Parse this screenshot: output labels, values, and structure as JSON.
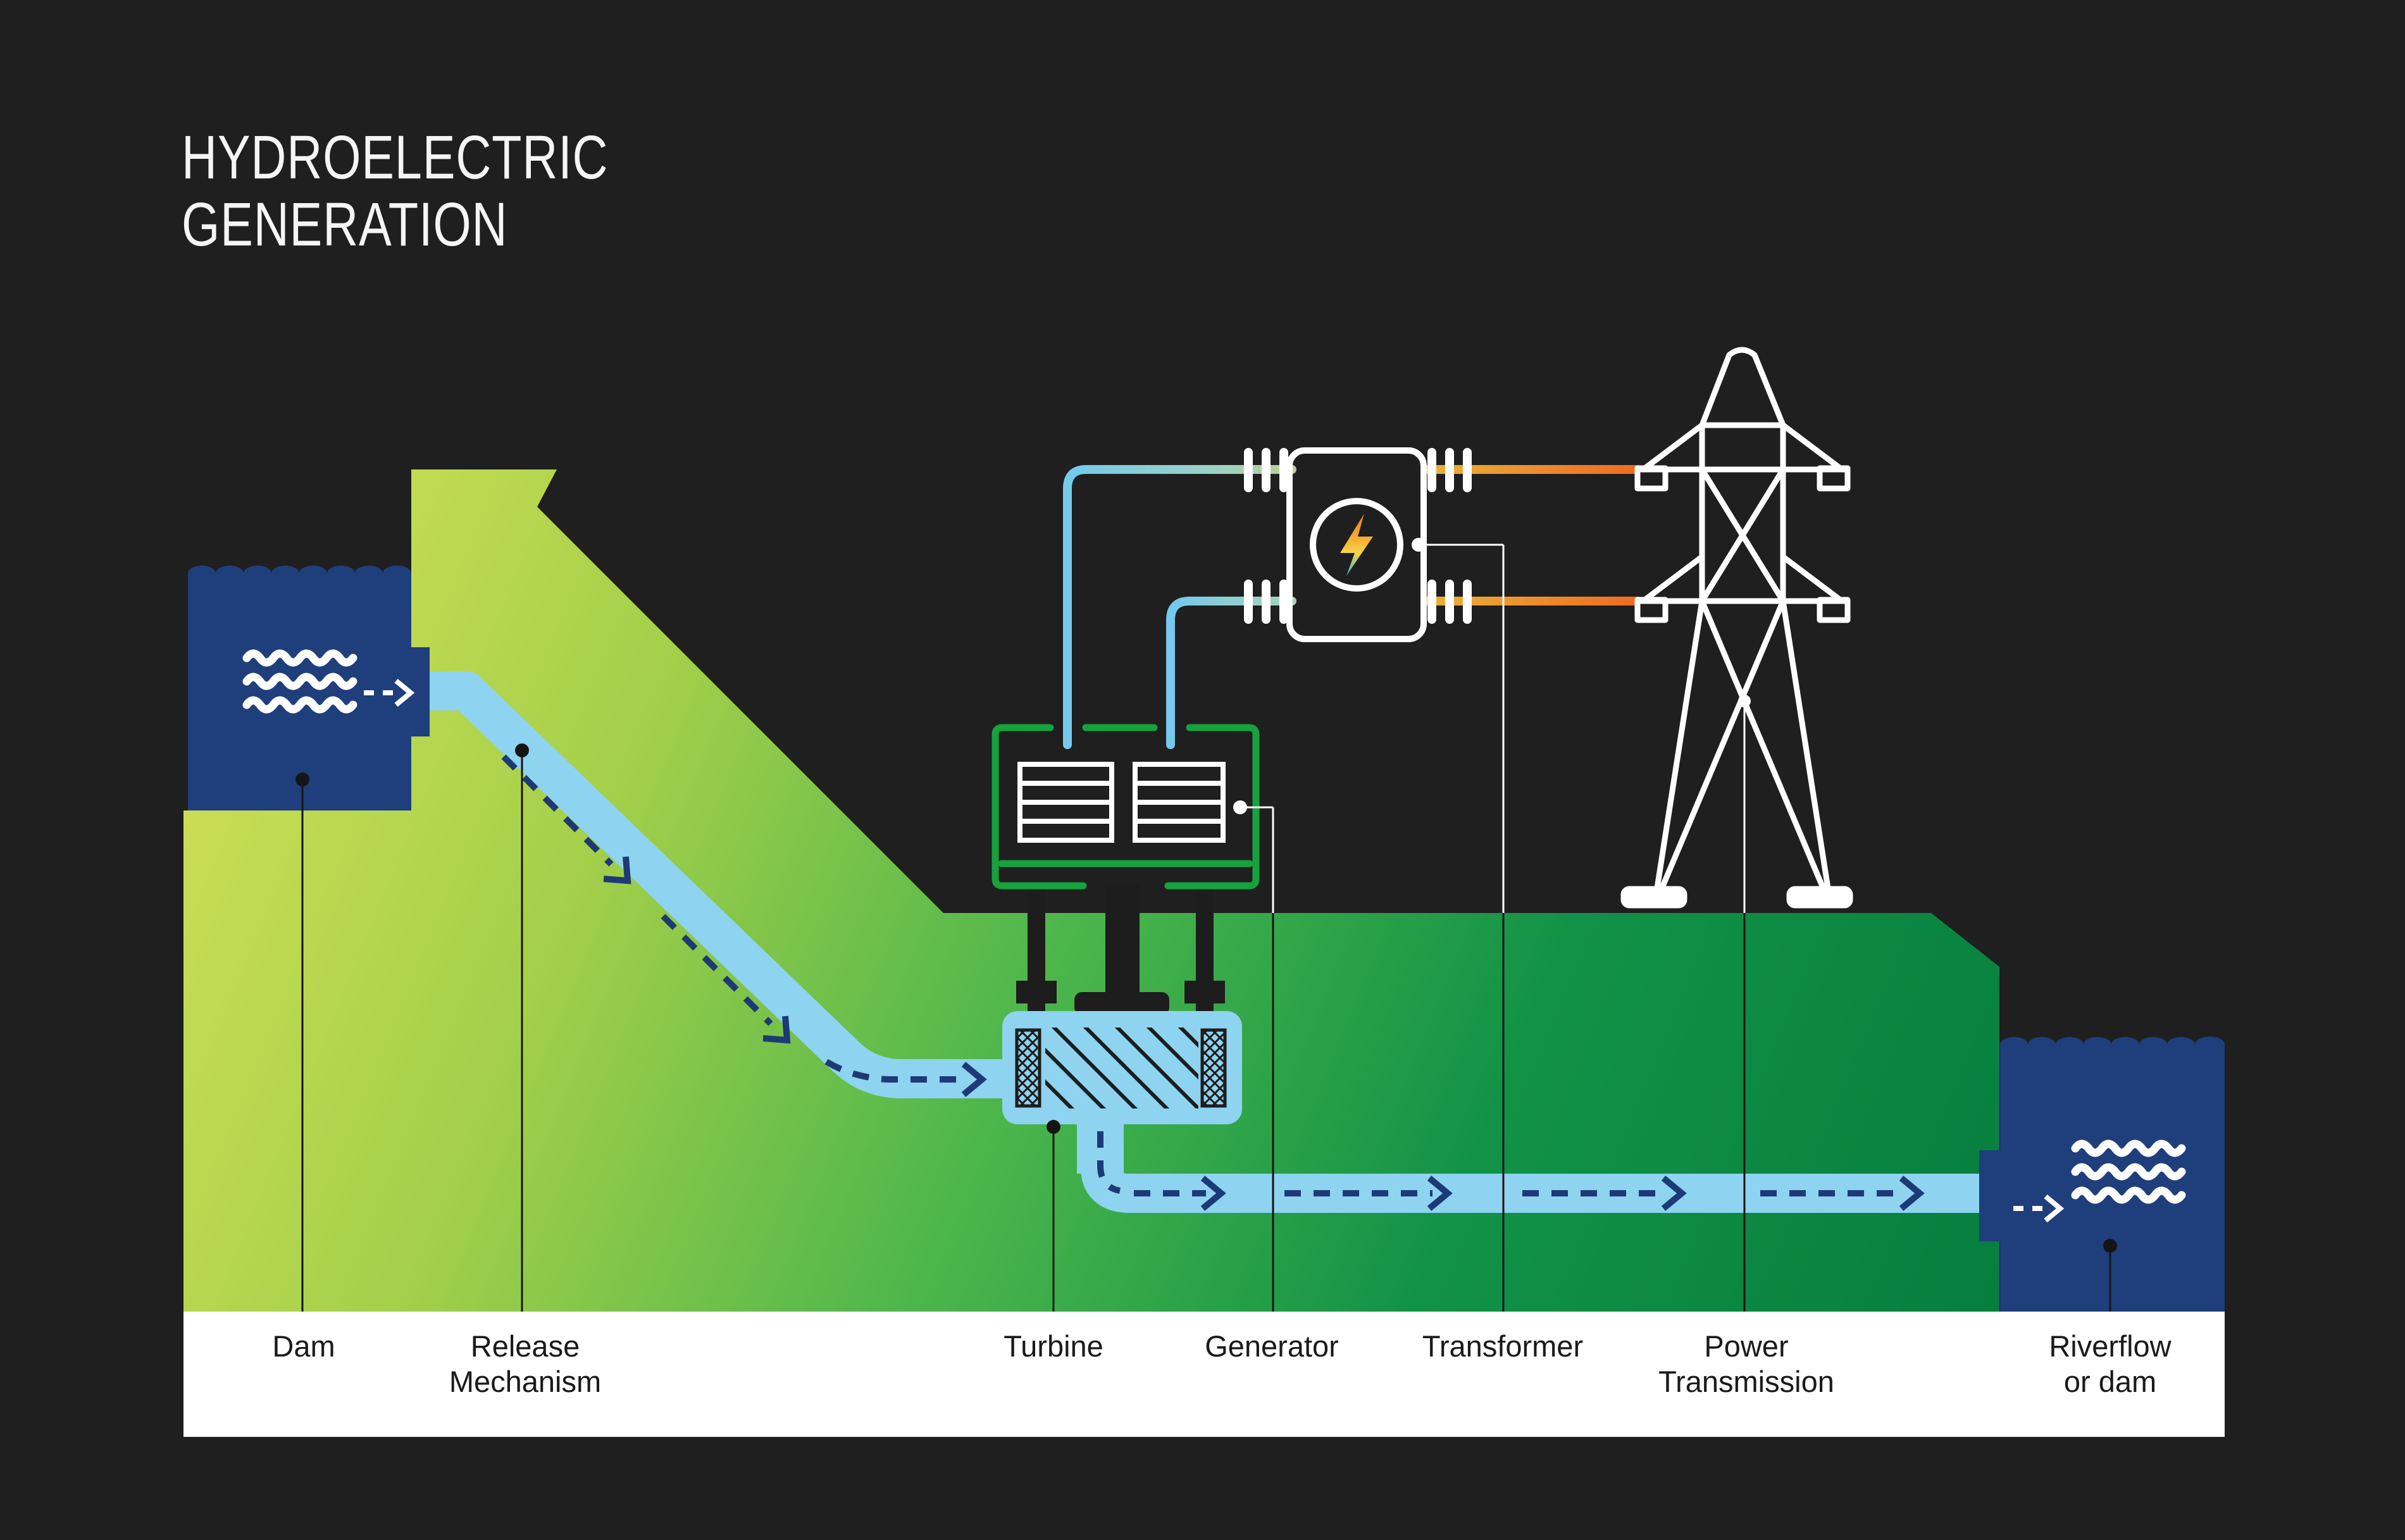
{
  "title": {
    "line1": "HYDROELECTRIC",
    "line2": "GENERATION"
  },
  "diagram": {
    "labels": [
      {
        "id": "dam",
        "line1": "Dam",
        "line2": ""
      },
      {
        "id": "release-mechanism",
        "line1": "Release",
        "line2": "Mechanism"
      },
      {
        "id": "turbine",
        "line1": "Turbine",
        "line2": ""
      },
      {
        "id": "generator",
        "line1": "Generator",
        "line2": ""
      },
      {
        "id": "transformer",
        "line1": "Transformer",
        "line2": ""
      },
      {
        "id": "power-transmission",
        "line1": "Power",
        "line2": "Transmission"
      },
      {
        "id": "riverflow-or-dam",
        "line1": "Riverflow",
        "line2": "or dam"
      }
    ],
    "icons": [
      "water-waves-icon",
      "flow-arrow-icon",
      "lightning-bolt-icon",
      "coil-windings-icon",
      "insulator-bars-icon",
      "transmission-tower-icon",
      "turbine-housing-icon"
    ],
    "colors": {
      "background": "#1f1f1f",
      "reservoir_blue": "#1f3e7c",
      "water_light_blue": "#8ed3f0",
      "wire_blue": "#74c9ec",
      "arrow_navy": "#1d3a76",
      "hill_yellow_green": "#c9dc52",
      "ground_green": "#0b8a43",
      "generator_green": "#16a23c",
      "wire_amber": "#eab23a",
      "wire_orange": "#ee6b22",
      "bolt_teal": "#52b4ad",
      "label_strip_white": "#ffffff",
      "label_text": "#1a1a1a"
    }
  }
}
